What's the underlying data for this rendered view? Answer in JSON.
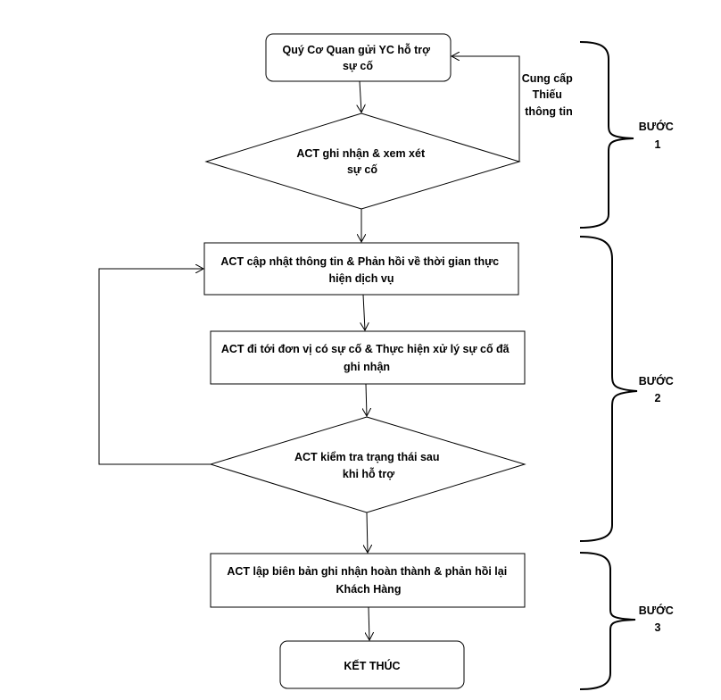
{
  "nodes": {
    "n1": {
      "lines": [
        "Quý Cơ Quan  gửi YC hỗ trợ",
        "sự cố"
      ]
    },
    "d1": {
      "lines": [
        "ACT ghi nhận & xem xét",
        "sự cố"
      ]
    },
    "n2": {
      "lines": [
        "ACT cập nhật thông tin & Phản hồi về thời gian thực",
        "hiện dịch vụ"
      ]
    },
    "n3": {
      "lines": [
        "ACT đi tới đơn vị có sự cố & Thực hiện xử lý sự cố đã",
        "ghi nhận"
      ]
    },
    "d2": {
      "lines": [
        "ACT kiểm tra trạng thái sau",
        "khi hỗ trợ"
      ]
    },
    "n4": {
      "lines": [
        "ACT lập biên bản ghi nhận hoàn thành & phản hồi lại",
        "Khách Hàng"
      ]
    },
    "n5": {
      "lines": [
        "KẾT THÚC"
      ]
    }
  },
  "edge_labels": {
    "missing_info": [
      "Cung cấp",
      "Thiếu",
      "thông tin"
    ]
  },
  "steps": [
    {
      "lines": [
        "BƯỚC",
        "1"
      ]
    },
    {
      "lines": [
        "BƯỚC",
        "2"
      ]
    },
    {
      "lines": [
        "BƯỚC",
        "3"
      ]
    }
  ]
}
